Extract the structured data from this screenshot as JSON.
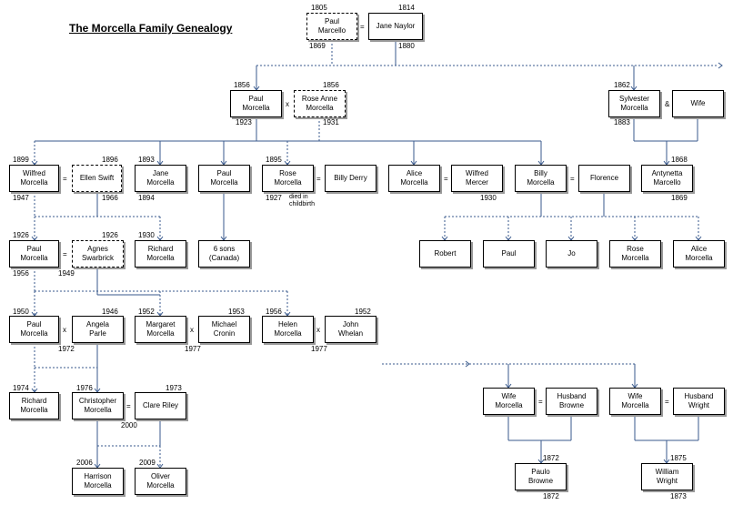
{
  "title": "The Morcella Family Genealogy",
  "people": {
    "paul_marcello": {
      "name": "Paul\nMarcello",
      "born": "1805",
      "died": "1869"
    },
    "jane_naylor": {
      "name": "Jane Naylor",
      "born": "1814",
      "died": "1880"
    },
    "paul_1": {
      "name": "Paul\nMorcella",
      "born": "1856",
      "died": "1923"
    },
    "rose_anne": {
      "name": "Rose Anne\nMorcella",
      "born": "1856",
      "died": "1931"
    },
    "sylvester": {
      "name": "Sylvester\nMorcella",
      "born": "1862",
      "died": "1883"
    },
    "wife": {
      "name": "Wife"
    },
    "wilfred": {
      "name": "Wilfred\nMorcella",
      "born": "1899",
      "died": "1947"
    },
    "ellen_swift": {
      "name": "Ellen Swift",
      "born": "1896",
      "died": "1966"
    },
    "jane_m": {
      "name": "Jane\nMorcella",
      "born": "1893",
      "died": "1894"
    },
    "paul_m2": {
      "name": "Paul\nMorcella"
    },
    "rose_m": {
      "name": "Rose\nMorcella",
      "born": "1895",
      "died": "1927"
    },
    "billy_derry": {
      "name": "Billy Derry"
    },
    "alice_m": {
      "name": "Alice\nMorcella"
    },
    "wilfred_mercer": {
      "name": "Wilfred\nMercer",
      "died": "1930"
    },
    "billy_m": {
      "name": "Billy\nMorcella"
    },
    "florence": {
      "name": "Florence"
    },
    "antynetta": {
      "name": "Antynetta\nMarcello",
      "born": "1868",
      "died": "1869"
    },
    "paul_m3": {
      "name": "Paul\nMorcella",
      "born": "1926",
      "died": "1956"
    },
    "agnes": {
      "name": "Agnes\nSwarbrick",
      "born": "1926",
      "died": "1949"
    },
    "richard_m": {
      "name": "Richard\nMorcella",
      "born": "1930"
    },
    "six_sons": {
      "name": "6 sons\n(Canada)"
    },
    "robert": {
      "name": "Robert"
    },
    "paul_b": {
      "name": "Paul"
    },
    "jo": {
      "name": "Jo"
    },
    "rose_b": {
      "name": "Rose\nMorcella"
    },
    "alice_b": {
      "name": "Alice\nMorcella"
    },
    "paul_m4": {
      "name": "Paul\nMorcella",
      "born": "1950"
    },
    "angela": {
      "name": "Angela\nParle",
      "born": "1946",
      "died": "1972"
    },
    "margaret": {
      "name": "Margaret\nMorcella",
      "born": "1952",
      "died": "1977"
    },
    "michael": {
      "name": "Michael\nCronin",
      "born": "1953"
    },
    "helen": {
      "name": "Helen\nMorcella",
      "born": "1956",
      "died": "1977"
    },
    "john": {
      "name": "John\nWhelan",
      "born": "1952"
    },
    "richard_m2": {
      "name": "Richard\nMorcella",
      "born": "1974"
    },
    "christopher": {
      "name": "Christopher\nMorcella",
      "born": "1976",
      "died": "2000"
    },
    "clare": {
      "name": "Clare Riley",
      "born": "1973"
    },
    "harrison": {
      "name": "Harrison\nMorcella",
      "born": "2006"
    },
    "oliver": {
      "name": "Oliver\nMorcella",
      "born": "2009"
    },
    "wife_m1": {
      "name": "Wife\nMorcella"
    },
    "husband_b": {
      "name": "Husband\nBrowne"
    },
    "wife_m2": {
      "name": "Wife\nMorcella"
    },
    "husband_w": {
      "name": "Husband\nWright"
    },
    "paulo": {
      "name": "Paulo\nBrowne",
      "born": "1872",
      "died": "1872"
    },
    "william": {
      "name": "William\nWright",
      "born": "1875",
      "died": "1873"
    }
  },
  "notes": {
    "died_in_childbirth": "died in\nchildbirth"
  },
  "symbols": {
    "married": "=",
    "partner": "x",
    "amp": "&"
  }
}
